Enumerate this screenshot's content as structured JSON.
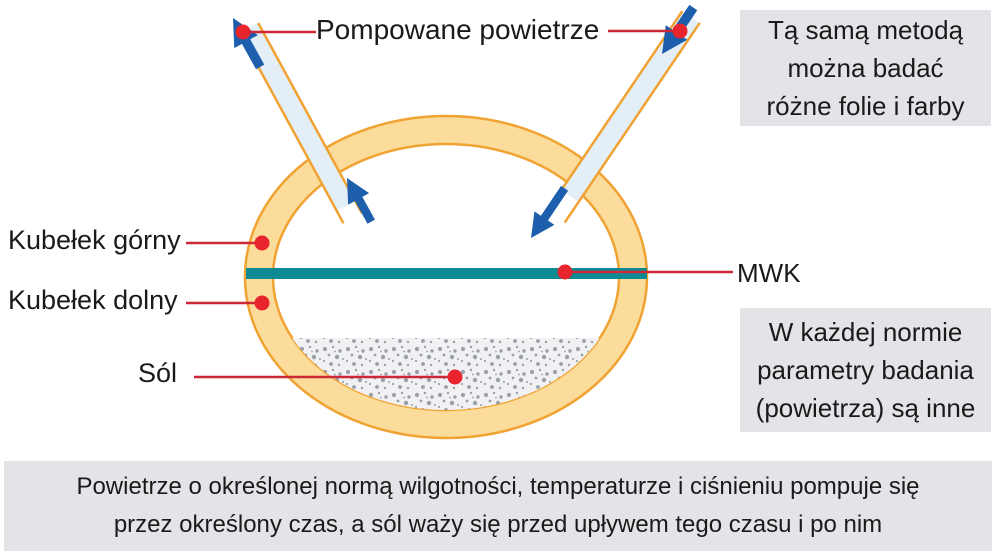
{
  "figure": {
    "labels": {
      "pumped_air": "Pompowane powietrze",
      "upper_cup": "Kubełek górny",
      "lower_cup": "Kubełek dolny",
      "salt": "Sól",
      "membrane": "MWK"
    },
    "info_box_top": {
      "lines": [
        "Tą samą metodą",
        "można badać",
        "różne folie i farby"
      ]
    },
    "info_box_bottom": {
      "lines": [
        "W każdej normie",
        "parametry badania",
        "(powietrza) są inne"
      ]
    },
    "caption": {
      "lines": [
        "Powietrze o określonej normą wilgotności, temperaturze i ciśnieniu pompuje się",
        "przez określony czas, a sól waży się przed upływem tego czasu i po nim"
      ]
    },
    "colors": {
      "vessel_fill": "#fbdc9a",
      "vessel_stroke": "#f0a232",
      "tube_fill": "#e4eef6",
      "arrow_blue": "#1d5ead",
      "membrane_teal": "#0e8a94",
      "leader_red": "#cc2936",
      "dot_red": "#e8242c",
      "box_gray": "#e4e4e8",
      "salt_bg": "#f1f1f3",
      "salt_dot": "#98a0aa",
      "text": "#1a1a1a"
    }
  }
}
